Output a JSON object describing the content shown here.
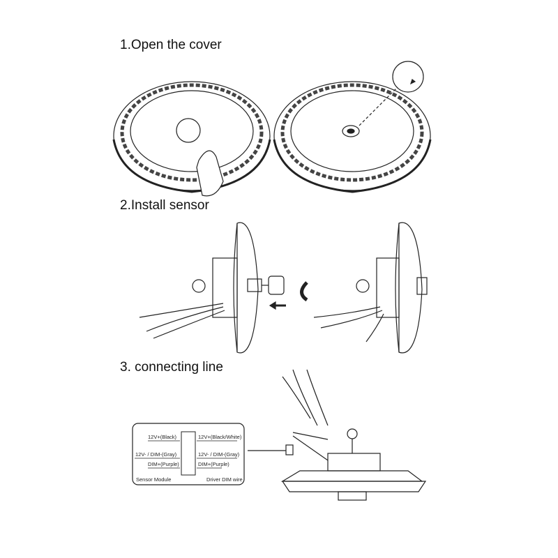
{
  "steps": [
    {
      "label": "1.Open the cover"
    },
    {
      "label": "2.Install sensor"
    },
    {
      "label": "3. connecting line"
    }
  ],
  "wiring": {
    "left": [
      "12V+(Black)",
      "12V- / DIM-(Gray)",
      "DIM+(Purple)"
    ],
    "right": [
      "12V+(Black/White)",
      "12V- / DIM-(Gray)",
      "DIM+(Purple)"
    ],
    "left_caption": "Sensor Module",
    "right_caption": "Driver DIM wire"
  }
}
